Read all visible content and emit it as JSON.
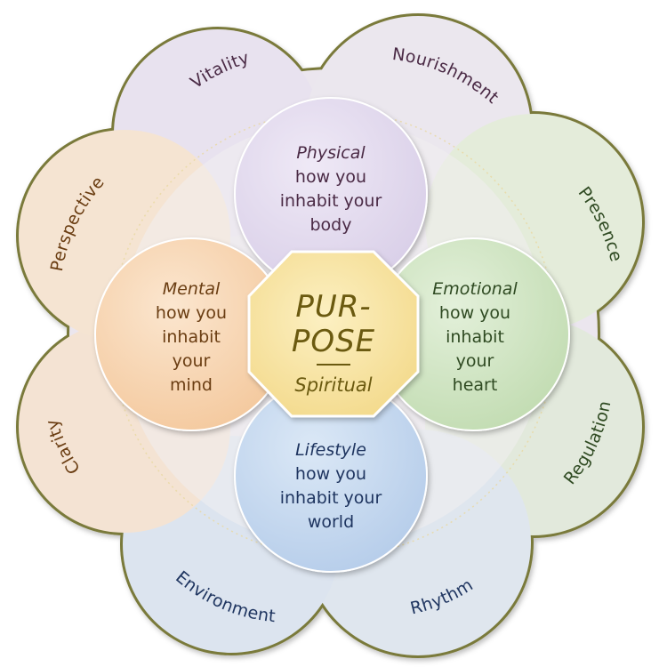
{
  "colors": {
    "outline": "#7a7a3a",
    "text_purple": "#4a2a45",
    "text_orange": "#6a3d12",
    "text_green": "#2f4a22",
    "text_blue": "#1f3560",
    "center_text": "#6b5a10",
    "petal_purple": "#e7e1ee",
    "petal_peach": "#f6e2cf",
    "petal_green": "#e3ebd8",
    "petal_blue": "#dce5ef",
    "circle_physical": "#e4dcef",
    "circle_mental": "#f8d6b4",
    "circle_emotional": "#d3e7c8",
    "circle_lifestyle": "#c8dbf0",
    "center_fill": "#f8e7a4"
  },
  "petals": [
    {
      "label": "Vitality",
      "color_key": "purple"
    },
    {
      "label": "Nourishment",
      "color_key": "purple"
    },
    {
      "label": "Presence",
      "color_key": "green"
    },
    {
      "label": "Regulation",
      "color_key": "green"
    },
    {
      "label": "Rhythm",
      "color_key": "blue"
    },
    {
      "label": "Environment",
      "color_key": "blue"
    },
    {
      "label": "Clarity",
      "color_key": "orange"
    },
    {
      "label": "Perspective",
      "color_key": "orange"
    }
  ],
  "dimensions": {
    "physical": {
      "title": "Physical",
      "lines": [
        "how you",
        "inhabit your",
        "body"
      ]
    },
    "mental": {
      "title": "Mental",
      "lines": [
        "how you",
        "inhabit",
        "your",
        "mind"
      ]
    },
    "emotional": {
      "title": "Emotional",
      "lines": [
        "how you",
        "inhabit",
        "your",
        "heart"
      ]
    },
    "lifestyle": {
      "title": "Lifestyle",
      "lines": [
        "how you",
        "inhabit your",
        "world"
      ]
    }
  },
  "center": {
    "line1": "PUR-",
    "line2": "POSE",
    "subtitle": "Spiritual"
  }
}
